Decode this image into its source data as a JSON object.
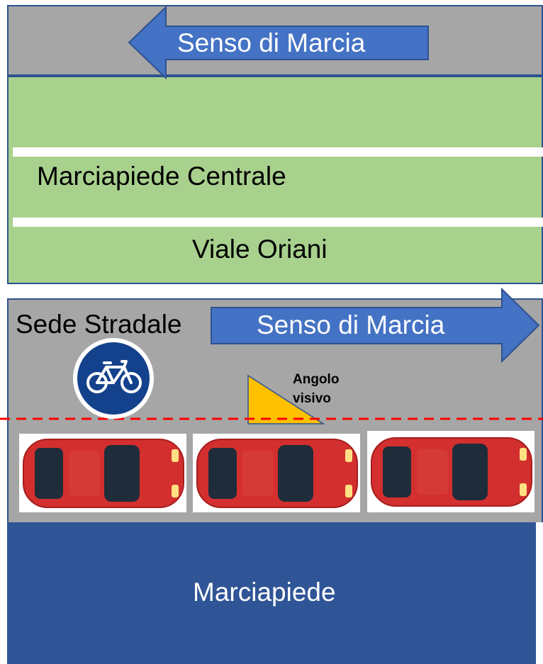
{
  "top_lane": {
    "direction_label": "Senso di Marcia"
  },
  "median": {
    "label": "Marciapiede Centrale",
    "street_name": "Viale Oriani"
  },
  "roadway": {
    "label": "Sede Stradale",
    "direction_label": "Senso di Marcia",
    "sight_angle_label_line1": "Angolo",
    "sight_angle_label_line2": "visivo"
  },
  "sidewalk": {
    "label": "Marciapiede"
  },
  "colors": {
    "road": "#a6a6a6",
    "median": "#a9d18e",
    "sidewalk": "#2f5597",
    "arrow": "#4472c4",
    "car": "#d32f2f",
    "sight_triangle": "#ffc000",
    "dashed_line": "#ff0000"
  }
}
